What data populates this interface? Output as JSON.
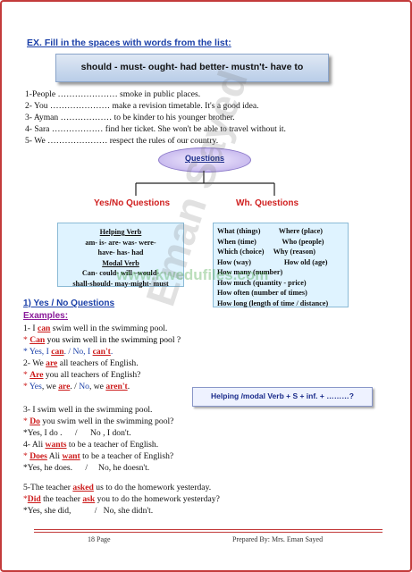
{
  "exercise": {
    "heading": "EX. Fill in the spaces with words from the list:",
    "word_list": "should - must- ought- had better- mustn't- have to",
    "items": [
      "1-People ………………… smoke in public places.",
      "2- You ………………… make a revision timetable. It's a good idea.",
      "3- Ayman ……………… to be kinder to his younger brother.",
      "4- Sara ……………… find her ticket. She won't be able to travel without it.",
      "5- We ………………… respect the rules of our country."
    ]
  },
  "diagram": {
    "root": "Questions",
    "left_branch": "Yes/No Questions",
    "right_branch": "Wh. Questions",
    "left_box": {
      "helping_title": "Helping Verb",
      "helping_line1": "am- is- are- was- were-",
      "helping_line2": "have- has- had",
      "modal_title": "Modal Verb",
      "modal_line1": "Can- could- will –would-",
      "modal_line2": "shall-should- may-might- must"
    },
    "right_box": [
      "What (things)          Where (place)",
      "When (time)              Who (people)",
      "Which (choice)     Why (reason)",
      "How (way)                  How old (age)",
      "How many (number)",
      "How much (quantity - price)",
      "How often (number of times)",
      "How long (length of time / distance)"
    ]
  },
  "section": {
    "title": "1) Yes / No Questions",
    "examples_label": "Examples:",
    "rule": "Helping /modal Verb  + S + inf. + ………?",
    "ex1": {
      "a_pre": "1- I ",
      "a_verb": "can",
      "a_post": " swim well in the swimming pool.",
      "b_pre": "* ",
      "b_verb": "Can",
      "b_post": " you swim well in the swimming pool ?",
      "c_yes": "* Yes, I ",
      "c_verb": "can",
      "c_mid": ".   /   No, I ",
      "c_neg": "can't",
      "c_end": "."
    },
    "ex2": {
      "a_pre": "2- We ",
      "a_verb": "are",
      "a_post": " all teachers of English.",
      "b_pre": "* ",
      "b_verb": "Are",
      "b_post": " you all teachers of English?",
      "c_pre": "* ",
      "c_yes": "Yes",
      "c_m1": ", we ",
      "c_verb": "are",
      "c_m2": ".   /   ",
      "c_no": "No",
      "c_m3": ", we ",
      "c_neg": "aren't",
      "c_end": "."
    },
    "ex3": {
      "a": "3- I swim well in the swimming pool.",
      "b_pre": "* ",
      "b_verb": "Do",
      "b_post": " you swim well in the swimming pool?",
      "c": "*Yes, I do .      /      No , I don't."
    },
    "ex4": {
      "a_pre": "4- Ali ",
      "a_verb": "wants",
      "a_post": " to be a teacher of English.",
      "b_pre": "* ",
      "b_verb": "Does",
      "b_mid": " Ali ",
      "b_verb2": "want",
      "b_post": " to be a teacher of English?",
      "c": "*Yes, he does.      /     No, he doesn't."
    },
    "ex5": {
      "a_pre": "5-The teacher ",
      "a_verb": "asked",
      "a_post": " us to do the homework yesterday.",
      "b_pre": "*",
      "b_verb": "Did",
      "b_mid": " the teacher ",
      "b_verb2": "ask",
      "b_post": " you to do the homework yesterday?",
      "c": "*Yes, she did,           /   No, she didn't."
    }
  },
  "footer": {
    "page": "18   Page",
    "credit": "Prepared By: Mrs. Eman Sayed"
  },
  "watermark": {
    "url": "www.kwedufiles.com",
    "name": "Eman Sayed"
  },
  "colors": {
    "border": "#c33b3b",
    "heading_blue": "#1a3fa8",
    "highlight_red": "#cc1a1a",
    "box_fill": "#dff3ff",
    "examples_purple": "#8a1a9a"
  }
}
